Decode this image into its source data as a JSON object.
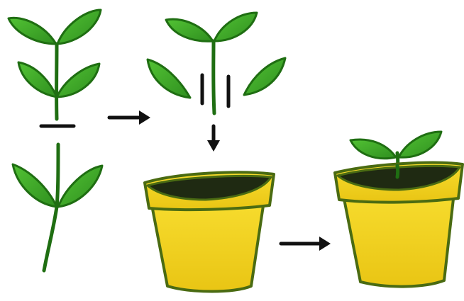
{
  "diagram": {
    "steps": [
      {
        "id": "cut-stem",
        "icon": "plant-cutting-icon"
      },
      {
        "id": "remove-lower-leaves",
        "icon": "trimmed-cutting-icon"
      },
      {
        "id": "plant-in-pot",
        "icon": "pot-with-soil-icon"
      },
      {
        "id": "new-growth",
        "icon": "sprouting-pot-icon"
      }
    ],
    "arrows": [
      {
        "from": "cut-stem",
        "to": "remove-lower-leaves",
        "direction": "right"
      },
      {
        "from": "remove-lower-leaves",
        "to": "plant-in-pot",
        "direction": "down"
      },
      {
        "from": "plant-in-pot",
        "to": "new-growth",
        "direction": "right"
      }
    ],
    "colors": {
      "leaf_fill": "#43b02a",
      "leaf_outline": "#1f6e12",
      "stem": "#1f6e12",
      "pot_fill": "#f2cf1d",
      "pot_outline": "#4a6b12",
      "soil": "#1f2a12",
      "arrow": "#111111"
    }
  }
}
